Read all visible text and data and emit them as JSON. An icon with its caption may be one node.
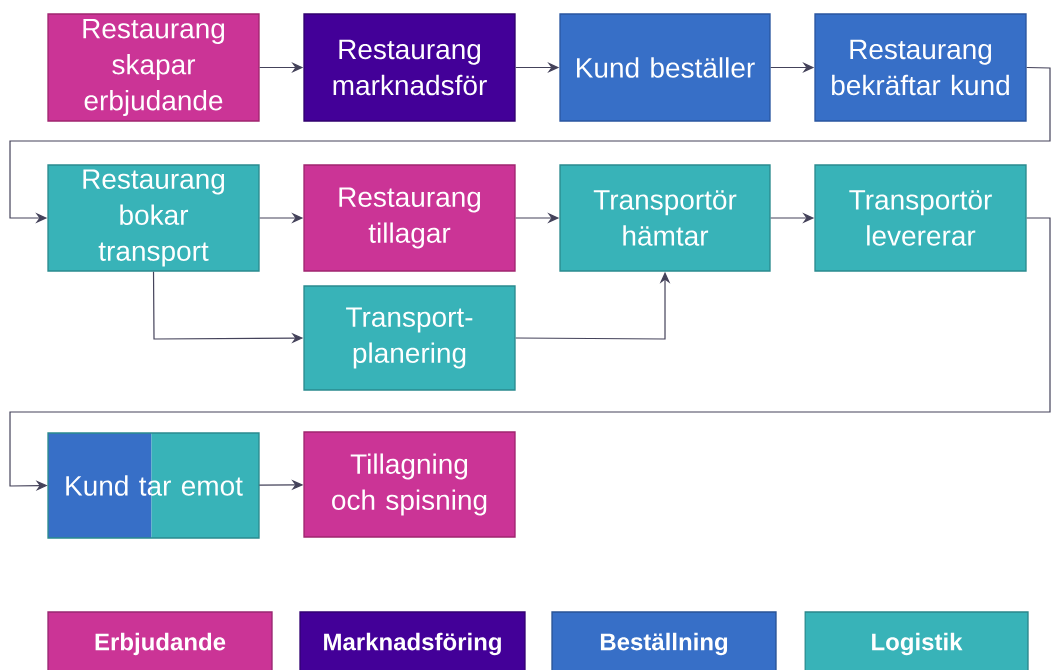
{
  "diagram": {
    "nodes": [
      {
        "text": [
          "Restaurang skapar erbjudande"
        ]
      },
      {
        "text": [
          "Restaurang marknadsför"
        ]
      },
      {
        "text": [
          "Kund beställer"
        ]
      },
      {
        "text": [
          "Restaurang bekräftar kund"
        ]
      },
      {
        "text": [
          "Restaurang bokar transport"
        ]
      },
      {
        "text": [
          "Restaurang tillagar"
        ]
      },
      {
        "text": [
          "Transportör hämtar"
        ]
      },
      {
        "text": [
          "Transportör levererar"
        ]
      },
      {
        "text": [
          "Transport-planering"
        ]
      },
      {
        "text": [
          "Kund tar emot"
        ]
      },
      {
        "text": [
          "Tillagning och spisning"
        ]
      }
    ],
    "edges": [
      {
        "from": 0,
        "to": 1,
        "arrow": "to"
      },
      {
        "from": 1,
        "to": 2,
        "arrow": "to"
      },
      {
        "from": 2,
        "to": 3,
        "arrow": "to"
      },
      {
        "from": 3,
        "to": 4,
        "arrow": "to"
      },
      {
        "from": 4,
        "to": 5,
        "arrow": "to"
      },
      {
        "from": 5,
        "to": 6,
        "arrow": "to"
      },
      {
        "from": 6,
        "to": 7,
        "arrow": "to"
      },
      {
        "from": 7,
        "to": 9,
        "arrow": "to"
      },
      {
        "from": 4,
        "to": 8,
        "arrow": "to"
      },
      {
        "from": 8,
        "to": 6,
        "arrow": "to"
      },
      {
        "from": 9,
        "to": 10,
        "arrow": "to"
      }
    ],
    "legend": [
      {
        "text": "Erbjudande",
        "color": "#cb3496"
      },
      {
        "text": "Marknadsföring",
        "color": "#430098"
      },
      {
        "text": "Beställning",
        "color": "#376fc7"
      },
      {
        "text": "Logistik",
        "color": "#38b3b8"
      }
    ]
  }
}
